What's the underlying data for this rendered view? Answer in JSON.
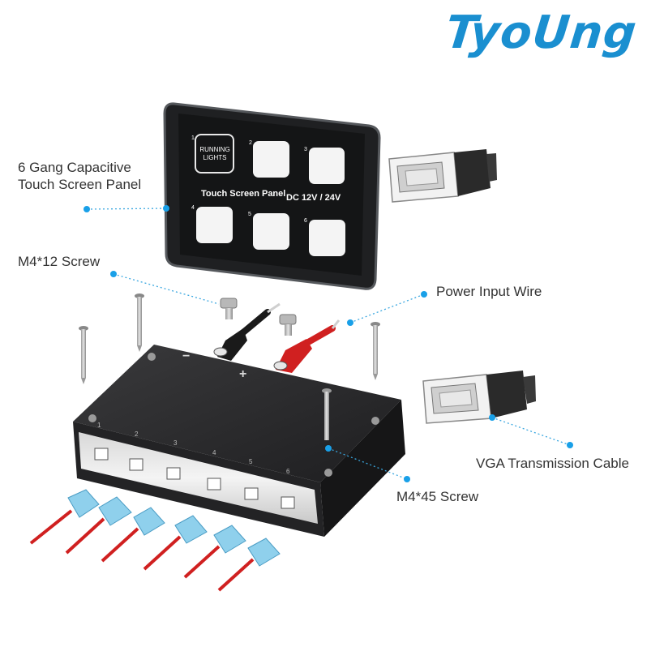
{
  "brand": {
    "name": "TyoUng"
  },
  "callouts": {
    "touch_panel": {
      "line1": "6 Gang Capacitive",
      "line2": "Touch Screen Panel"
    },
    "m4_12_screw": "M4*12 Screw",
    "power_input_wire": "Power Input Wire",
    "vga_cable": "VGA Transmission Cable",
    "m4_45_screw": "M4*45 Screw"
  },
  "touch_panel": {
    "title": "Touch Screen Panel",
    "voltage": "DC 12V / 24V",
    "buttons": [
      {
        "number": "1",
        "label_line1": "RUNNING",
        "label_line2": "LIGHTS"
      },
      {
        "number": "2"
      },
      {
        "number": "3"
      },
      {
        "number": "4"
      },
      {
        "number": "5"
      },
      {
        "number": "6"
      }
    ]
  },
  "relay_box": {
    "polarity_negative": "−",
    "polarity_positive": "+",
    "channel_numbers": [
      "1",
      "2",
      "3",
      "4",
      "5",
      "6"
    ]
  },
  "colors": {
    "brand": "#1a8fd0",
    "callout_line": "#3aa7e0",
    "callout_dot": "#19a0e8",
    "panel": "#1f2022",
    "box": "#2a2a2c",
    "wire_red": "#d02020",
    "wire_black": "#1a1a1a",
    "terminal_blue": "#8fd0ec"
  }
}
